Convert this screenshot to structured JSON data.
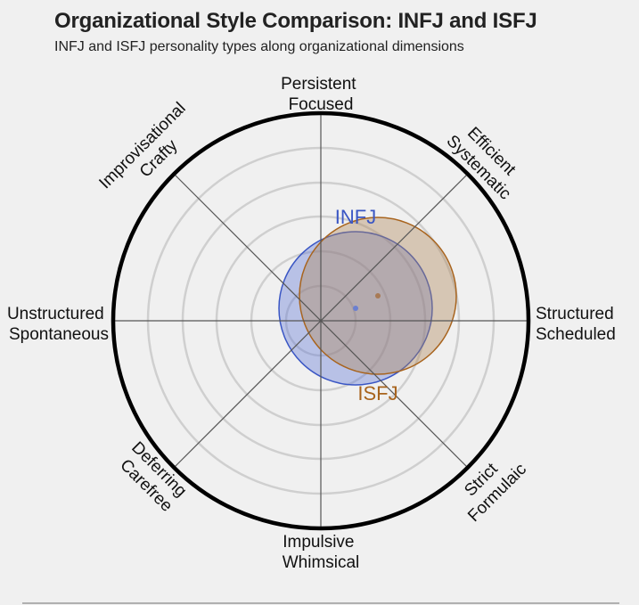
{
  "header": {
    "title": "Organizational Style Comparison: INFJ and ISFJ",
    "subtitle": "INFJ and ISFJ personality types along organizational dimensions"
  },
  "axes": {
    "top": [
      "Persistent",
      "Focused"
    ],
    "top_right": [
      "Efficient",
      "Systematic"
    ],
    "right": [
      "Structured",
      "Scheduled"
    ],
    "bottom_right": [
      "Strict",
      "Formulaic"
    ],
    "bottom": [
      "Impulsive",
      "Whimsical"
    ],
    "bottom_left": [
      "Deferring",
      "Carefree"
    ],
    "left": [
      "Unstructured",
      "Spontaneous"
    ],
    "top_left": [
      "Improvisational",
      "Crafty"
    ]
  },
  "series": {
    "infj": {
      "label": "INFJ",
      "color": "#3a56c4",
      "fill": "#5b73d6"
    },
    "isfj": {
      "label": "ISFJ",
      "color": "#a8641e",
      "fill": "#c59a5e"
    }
  },
  "chart_data": {
    "type": "scatter",
    "title": "Organizational Style Comparison: INFJ and ISFJ",
    "subtitle": "INFJ and ISFJ personality types along organizational dimensions",
    "coordinate_system": "polar-cartesian",
    "xlabel_negative": "Unstructured / Spontaneous",
    "xlabel_positive": "Structured / Scheduled",
    "ylabel_negative": "Impulsive / Whimsical",
    "ylabel_positive": "Persistent / Focused",
    "diagonal_labels": [
      "Efficient / Systematic",
      "Strict / Formulaic",
      "Deferring / Carefree",
      "Improvisational / Crafty"
    ],
    "xlim": [
      -6,
      6
    ],
    "ylim": [
      -6,
      6
    ],
    "grid_rings": [
      1,
      2,
      3,
      4,
      5
    ],
    "outer_radius": 6,
    "series": [
      {
        "name": "INFJ",
        "x": 1.0,
        "y": 0.36,
        "radius": 2.2,
        "color": "#3a56c4"
      },
      {
        "name": "ISFJ",
        "x": 1.65,
        "y": 0.72,
        "radius": 2.27,
        "color": "#a8641e"
      }
    ],
    "legend": "inline labels"
  }
}
